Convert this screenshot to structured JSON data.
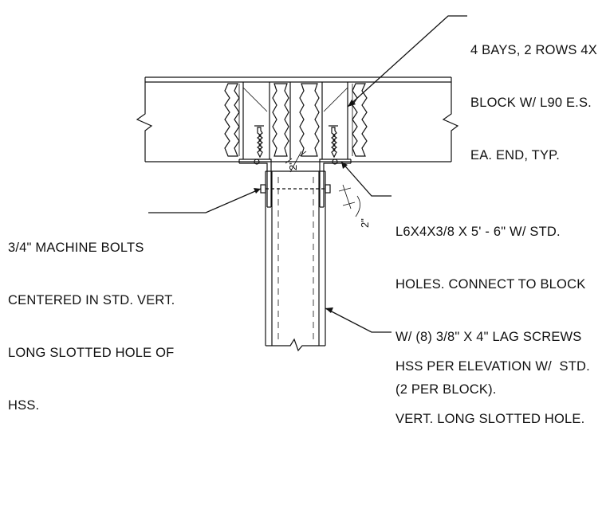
{
  "notes": {
    "bays": [
      "4 BAYS, 2 ROWS 4X",
      "BLOCK W/ L90 E.S.",
      "EA. END, TYP."
    ],
    "bolts": [
      "3/4\" MACHINE BOLTS",
      "CENTERED IN STD. VERT.",
      "LONG SLOTTED HOLE OF",
      "HSS."
    ],
    "angle": [
      "L6X4X3/8 X 5' - 6\" W/ STD.",
      "HOLES. CONNECT TO BLOCK",
      "W/ (8) 3/8\" X 4\" LAG SCREWS",
      "(2 PER BLOCK)."
    ],
    "hss": [
      "HSS PER ELEVATION W/  STD.",
      "VERT. LONG SLOTTED HOLE."
    ]
  },
  "dimensions": {
    "gap": "2\"",
    "edge": "2\""
  }
}
